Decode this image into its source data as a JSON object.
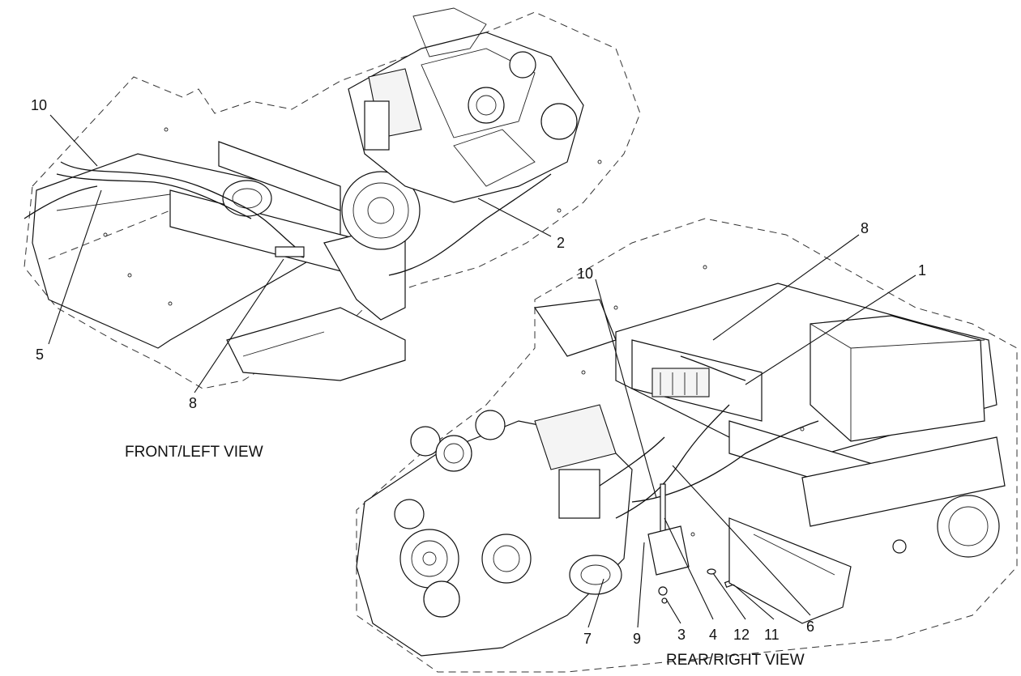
{
  "views": {
    "front_left": {
      "caption": "FRONT/LEFT VIEW"
    },
    "rear_right": {
      "caption": "REAR/RIGHT VIEW"
    }
  },
  "callouts": {
    "fl_10": "10",
    "fl_5": "5",
    "fl_8": "8",
    "fl_2": "2",
    "rr_8": "8",
    "rr_1": "1",
    "rr_10": "10",
    "rr_7": "7",
    "rr_9": "9",
    "rr_3": "3",
    "rr_4": "4",
    "rr_12": "12",
    "rr_11": "11",
    "rr_6": "6"
  }
}
